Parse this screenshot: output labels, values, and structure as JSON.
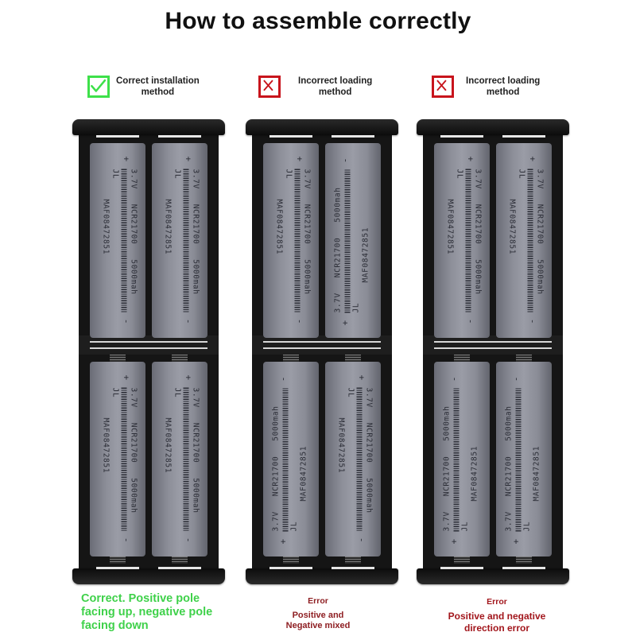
{
  "title": "How to assemble correctly",
  "legend": [
    {
      "status": "correct",
      "icon": "check-icon",
      "color": "#3ee04a",
      "line1": "Correct installation",
      "line2": "method"
    },
    {
      "status": "incorrect",
      "icon": "x-icon",
      "color": "#c8141c",
      "line1": "Incorrect loading",
      "line2": "method"
    },
    {
      "status": "incorrect",
      "icon": "x-icon",
      "color": "#c8141c",
      "line1": "Incorrect loading",
      "line2": "method"
    }
  ],
  "battery": {
    "voltage": "3.7V",
    "model": "NCR21700",
    "capacity": "5000mah",
    "brand": "JL",
    "serial": "MAF08472851",
    "plus": "+",
    "minus": "-"
  },
  "holders": [
    {
      "name": "correct",
      "cells": [
        {
          "position": "top-left",
          "positive": "up"
        },
        {
          "position": "top-right",
          "positive": "up"
        },
        {
          "position": "bottom-left",
          "positive": "up"
        },
        {
          "position": "bottom-right",
          "positive": "up"
        }
      ]
    },
    {
      "name": "mixed",
      "cells": [
        {
          "position": "top-left",
          "positive": "up"
        },
        {
          "position": "top-right",
          "positive": "down"
        },
        {
          "position": "bottom-left",
          "positive": "down"
        },
        {
          "position": "bottom-right",
          "positive": "up"
        }
      ]
    },
    {
      "name": "reversed",
      "cells": [
        {
          "position": "top-left",
          "positive": "up"
        },
        {
          "position": "top-right",
          "positive": "up"
        },
        {
          "position": "bottom-left",
          "positive": "down"
        },
        {
          "position": "bottom-right",
          "positive": "down"
        }
      ]
    }
  ],
  "captions": [
    {
      "color": "#3fd14a",
      "lines": [
        "Correct. Positive pole",
        "facing up, negative pole",
        "facing down"
      ]
    },
    {
      "color": "#8e1e22",
      "error": "Error",
      "lines": [
        "Positive and",
        "Negative mixed"
      ]
    },
    {
      "color": "#a2161c",
      "error": "Error",
      "lines": [
        "Positive and negative",
        "direction error"
      ]
    }
  ]
}
